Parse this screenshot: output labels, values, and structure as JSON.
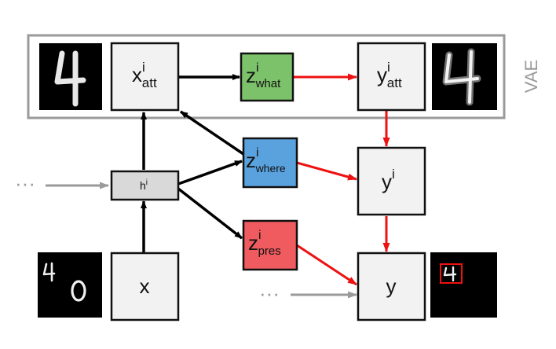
{
  "colors": {
    "edge_black": "#000000",
    "edge_red": "#ee1111",
    "edge_gray": "#9a9a9a",
    "node_fill": "#f2f2f2",
    "h_fill": "#d9d9d9",
    "z_what_fill": "#7cc26a",
    "z_where_fill": "#5aa2de",
    "z_pres_fill": "#ef5b5f",
    "vae_frame": "#9a9a9a"
  },
  "vae": {
    "label": "VAE"
  },
  "nodes": {
    "x_att": {
      "base": "x",
      "sup": "i",
      "sub": "att"
    },
    "z_what": {
      "base": "z",
      "sup": "i",
      "sub": "what"
    },
    "y_att": {
      "base": "y",
      "sup": "i",
      "sub": "att"
    },
    "h": {
      "base": "h",
      "sup": "i"
    },
    "z_where": {
      "base": "z",
      "sup": "i",
      "sub": "where"
    },
    "y_i": {
      "base": "y",
      "sup": "i"
    },
    "z_pres": {
      "base": "z",
      "sup": "i",
      "sub": "pres"
    },
    "x": {
      "base": "x"
    },
    "y": {
      "base": "y"
    }
  },
  "ellipses": {
    "h_input": "···",
    "y_input": "···"
  },
  "images": {
    "input_glimpse": {
      "digit": "4"
    },
    "output_glimpse": {
      "digit": "4"
    },
    "input_image": {
      "digits": [
        "4",
        "0"
      ]
    },
    "output_image": {
      "digit": "4"
    }
  }
}
